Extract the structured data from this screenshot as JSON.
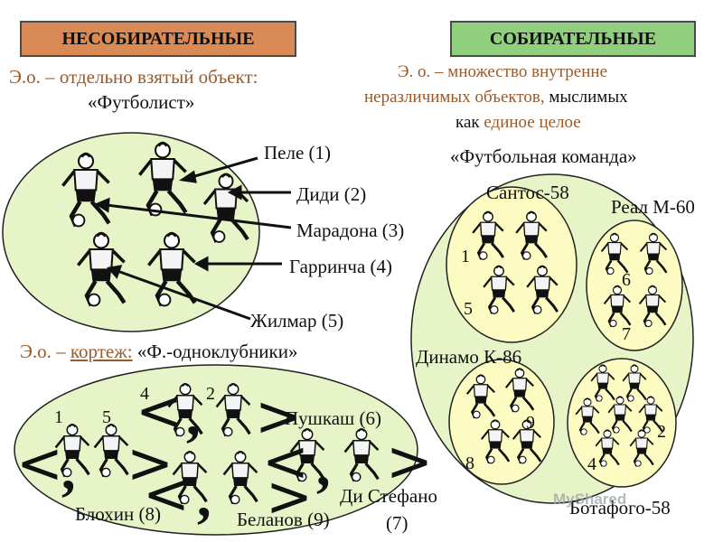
{
  "left_box": {
    "label": "НЕСОБИРАТЕЛЬНЫЕ",
    "color": "#d98a55"
  },
  "right_box": {
    "label": "СОБИРАТЕЛЬНЫЕ",
    "color": "#8fcf7e"
  },
  "left_def": {
    "line1": "Э.о. – отдельно взятый объект:",
    "line2": "«Футболист»"
  },
  "right_def": {
    "line1": "Э. о. – множество внутренне",
    "line2a": "неразличимых объектов,",
    "line2b": "мыслимых",
    "line3a": "как",
    "line3b": "единое целое",
    "example": "«Футбольная команда»"
  },
  "players": {
    "pele": "Пеле (1)",
    "didi": "Диди (2)",
    "maradona": "Марадона (3)",
    "garrincha": "Гарринча (4)",
    "zhilmar": "Жилмар (5)"
  },
  "tuple": {
    "prefix": "Э.о. –",
    "term": "кортеж:",
    "example": "«Ф.-одноклубники»"
  },
  "tuple_names": {
    "puskas": "Пушкаш (6)",
    "blokhin": "Блохин (8)",
    "belanov": "Беланов (9)",
    "distefano_1": "Ди Стефано",
    "distefano_2": "(7)"
  },
  "tuple_numbers": {
    "n1": "1",
    "n5": "5",
    "n4": "4",
    "n2": "2"
  },
  "teams": {
    "santos": "Сантос-58",
    "real": "Реал М-60",
    "dinamo": "Динамо К-86",
    "botafogo": "Ботафого-58"
  },
  "team_numbers": {
    "s1": "1",
    "s5": "5",
    "r6": "6",
    "r7": "7",
    "d9": "9",
    "d8": "8",
    "b2": "2",
    "b4": "4"
  },
  "brackets": {
    "open": "<",
    "close": ">",
    "comma": ","
  },
  "watermark": "MyShared",
  "colors": {
    "ellipse_fill": "#e6f4c8",
    "team_fill": "#fbfbc2",
    "outline": "#222222",
    "text_brown": "#9a5a2a"
  }
}
